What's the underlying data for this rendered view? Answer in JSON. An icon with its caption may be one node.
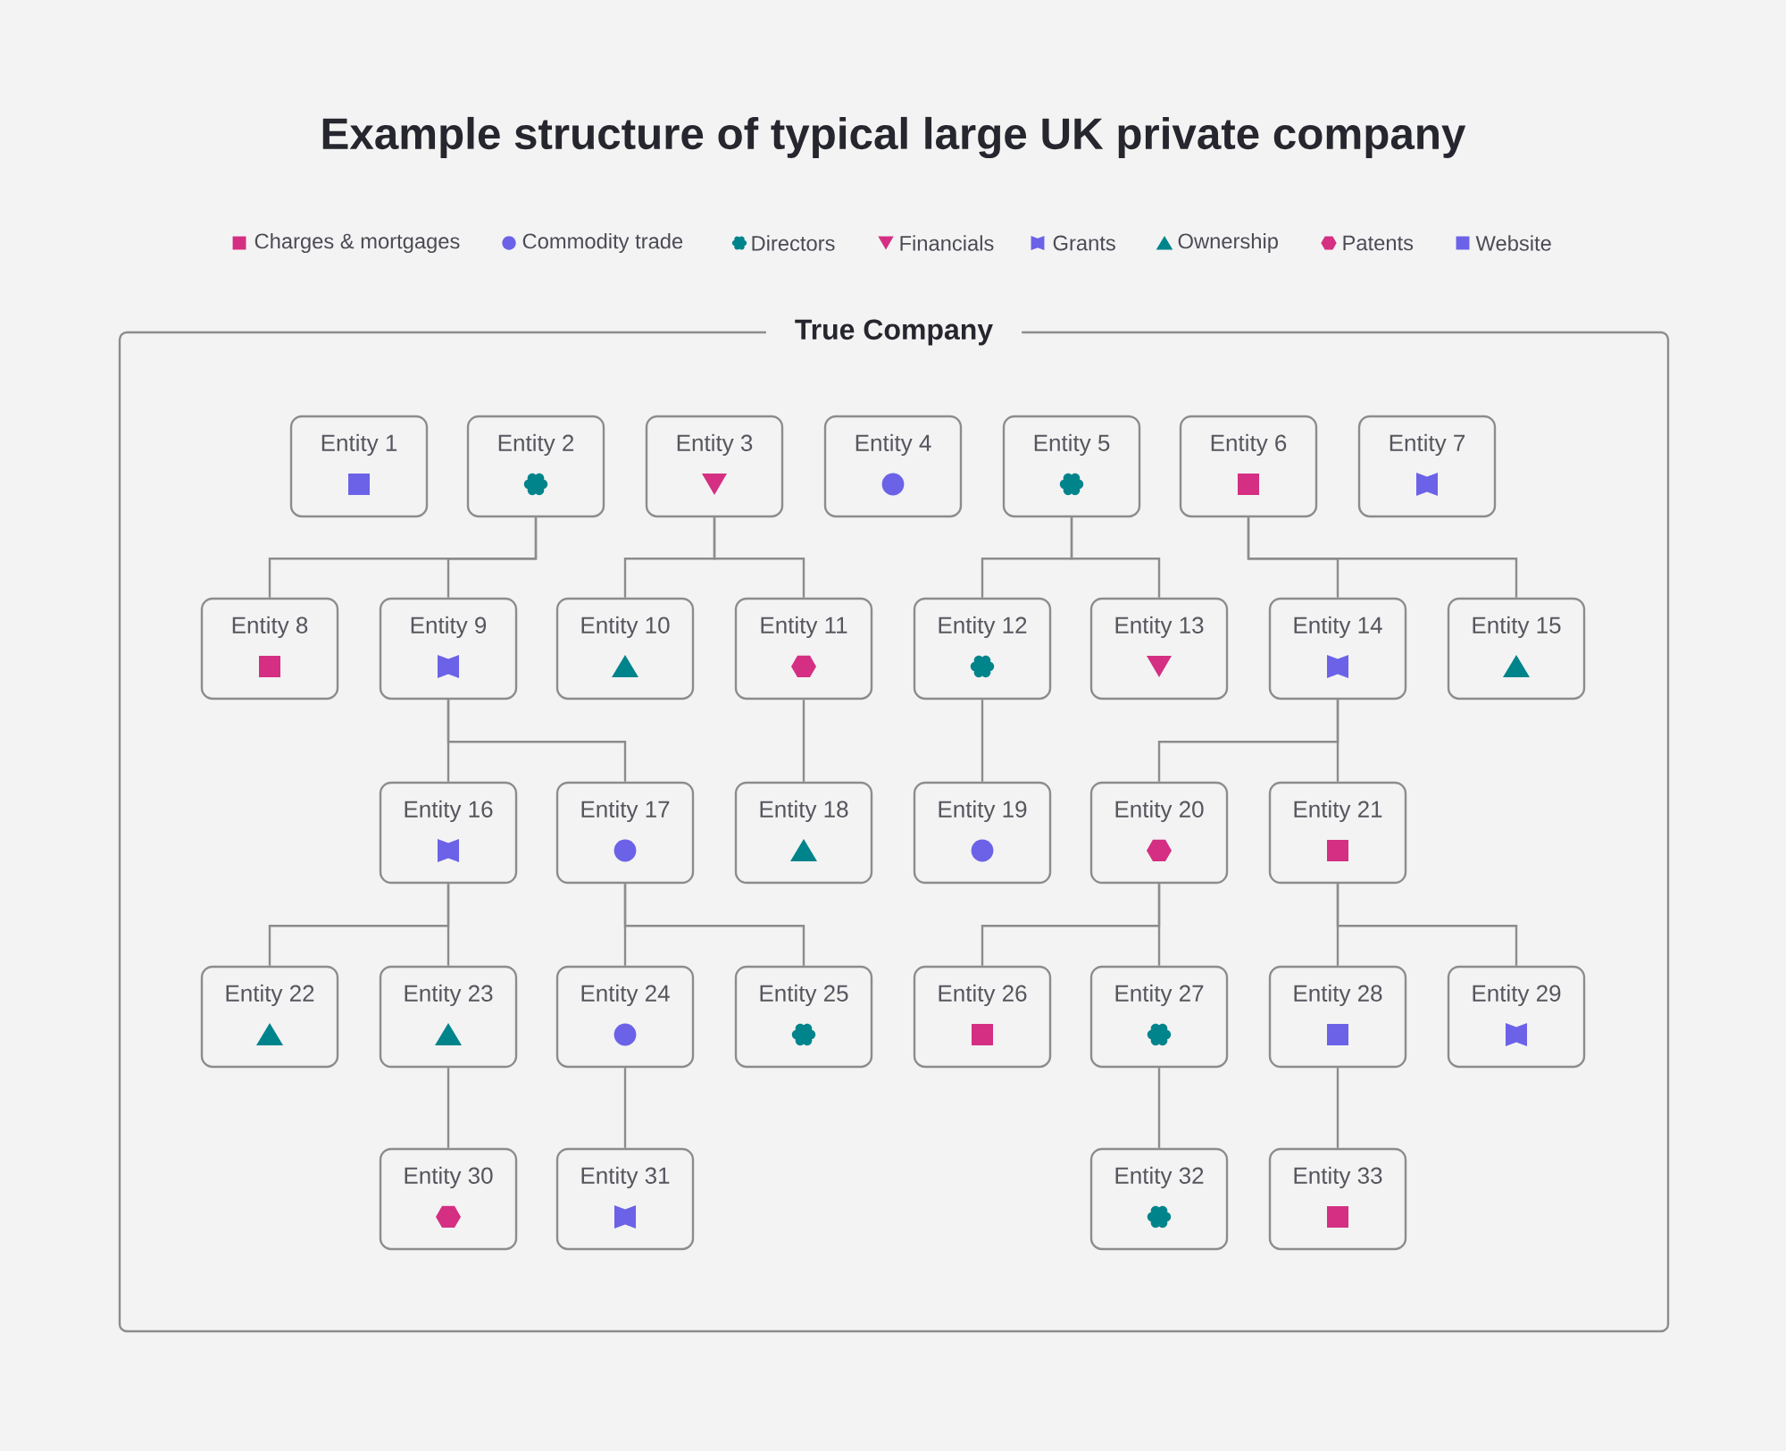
{
  "diagram": {
    "title": "Example structure of typical large UK private company",
    "nodes": [
      {
        "text": [
          "True Company"
        ]
      },
      {
        "text": [
          "Entity 1"
        ],
        "in": 0
      },
      {
        "text": [
          "Entity 2"
        ],
        "in": 0
      },
      {
        "text": [
          "Entity 3"
        ],
        "in": 0
      },
      {
        "text": [
          "Entity 4"
        ],
        "in": 0
      },
      {
        "text": [
          "Entity 5"
        ],
        "in": 0
      },
      {
        "text": [
          "Entity 6"
        ],
        "in": 0
      },
      {
        "text": [
          "Entity 7"
        ],
        "in": 0
      },
      {
        "text": [
          "Entity 8"
        ],
        "in": 0
      },
      {
        "text": [
          "Entity 9"
        ],
        "in": 0
      },
      {
        "text": [
          "Entity 10"
        ],
        "in": 0
      },
      {
        "text": [
          "Entity 11"
        ],
        "in": 0
      },
      {
        "text": [
          "Entity 12"
        ],
        "in": 0
      },
      {
        "text": [
          "Entity 13"
        ],
        "in": 0
      },
      {
        "text": [
          "Entity 14"
        ],
        "in": 0
      },
      {
        "text": [
          "Entity 15"
        ],
        "in": 0
      },
      {
        "text": [
          "Entity 16"
        ],
        "in": 0
      },
      {
        "text": [
          "Entity 17"
        ],
        "in": 0
      },
      {
        "text": [
          "Entity 18"
        ],
        "in": 0
      },
      {
        "text": [
          "Entity 19"
        ],
        "in": 0
      },
      {
        "text": [
          "Entity 20"
        ],
        "in": 0
      },
      {
        "text": [
          "Entity 21"
        ],
        "in": 0
      },
      {
        "text": [
          "Entity 22"
        ],
        "in": 0
      },
      {
        "text": [
          "Entity 23"
        ],
        "in": 0
      },
      {
        "text": [
          "Entity 24"
        ],
        "in": 0
      },
      {
        "text": [
          "Entity 25"
        ],
        "in": 0
      },
      {
        "text": [
          "Entity 26"
        ],
        "in": 0
      },
      {
        "text": [
          "Entity 27"
        ],
        "in": 0
      },
      {
        "text": [
          "Entity 28"
        ],
        "in": 0
      },
      {
        "text": [
          "Entity 29"
        ],
        "in": 0
      },
      {
        "text": [
          "Entity 30"
        ],
        "in": 0
      },
      {
        "text": [
          "Entity 31"
        ],
        "in": 0
      },
      {
        "text": [
          "Entity 32"
        ],
        "in": 0
      },
      {
        "text": [
          "Entity 33"
        ],
        "in": 0
      }
    ],
    "edges": [
      {
        "from": 2,
        "to": 8,
        "arrow": "none"
      },
      {
        "from": 2,
        "to": 9,
        "arrow": "none"
      },
      {
        "from": 3,
        "to": 10,
        "arrow": "none"
      },
      {
        "from": 3,
        "to": 11,
        "arrow": "none"
      },
      {
        "from": 5,
        "to": 12,
        "arrow": "none"
      },
      {
        "from": 5,
        "to": 13,
        "arrow": "none"
      },
      {
        "from": 6,
        "to": 14,
        "arrow": "none"
      },
      {
        "from": 6,
        "to": 15,
        "arrow": "none"
      },
      {
        "from": 9,
        "to": 16,
        "arrow": "none"
      },
      {
        "from": 9,
        "to": 17,
        "arrow": "none"
      },
      {
        "from": 11,
        "to": 18,
        "arrow": "none"
      },
      {
        "from": 12,
        "to": 19,
        "arrow": "none"
      },
      {
        "from": 14,
        "to": 20,
        "arrow": "none"
      },
      {
        "from": 14,
        "to": 21,
        "arrow": "none"
      },
      {
        "from": 16,
        "to": 22,
        "arrow": "none"
      },
      {
        "from": 16,
        "to": 23,
        "arrow": "none"
      },
      {
        "from": 17,
        "to": 24,
        "arrow": "none"
      },
      {
        "from": 17,
        "to": 25,
        "arrow": "none"
      },
      {
        "from": 20,
        "to": 26,
        "arrow": "none"
      },
      {
        "from": 20,
        "to": 27,
        "arrow": "none"
      },
      {
        "from": 21,
        "to": 28,
        "arrow": "none"
      },
      {
        "from": 21,
        "to": 29,
        "arrow": "none"
      },
      {
        "from": 23,
        "to": 30,
        "arrow": "none"
      },
      {
        "from": 24,
        "to": 31,
        "arrow": "none"
      },
      {
        "from": 27,
        "to": 32,
        "arrow": "none"
      },
      {
        "from": 28,
        "to": 33,
        "arrow": "none"
      }
    ],
    "legend": [
      {
        "text": "Charges & mortgages",
        "color": "#d42f82"
      },
      {
        "text": "Commodity trade",
        "color": "#6b62e8"
      },
      {
        "text": "Directors",
        "color": "#00848b"
      },
      {
        "text": "Financials",
        "color": "#d42f82"
      },
      {
        "text": "Grants",
        "color": "#6b62e8"
      },
      {
        "text": "Ownership",
        "color": "#00848b"
      },
      {
        "text": "Patents",
        "color": "#d42f82"
      },
      {
        "text": "Website",
        "color": "#6b62e8"
      }
    ]
  }
}
